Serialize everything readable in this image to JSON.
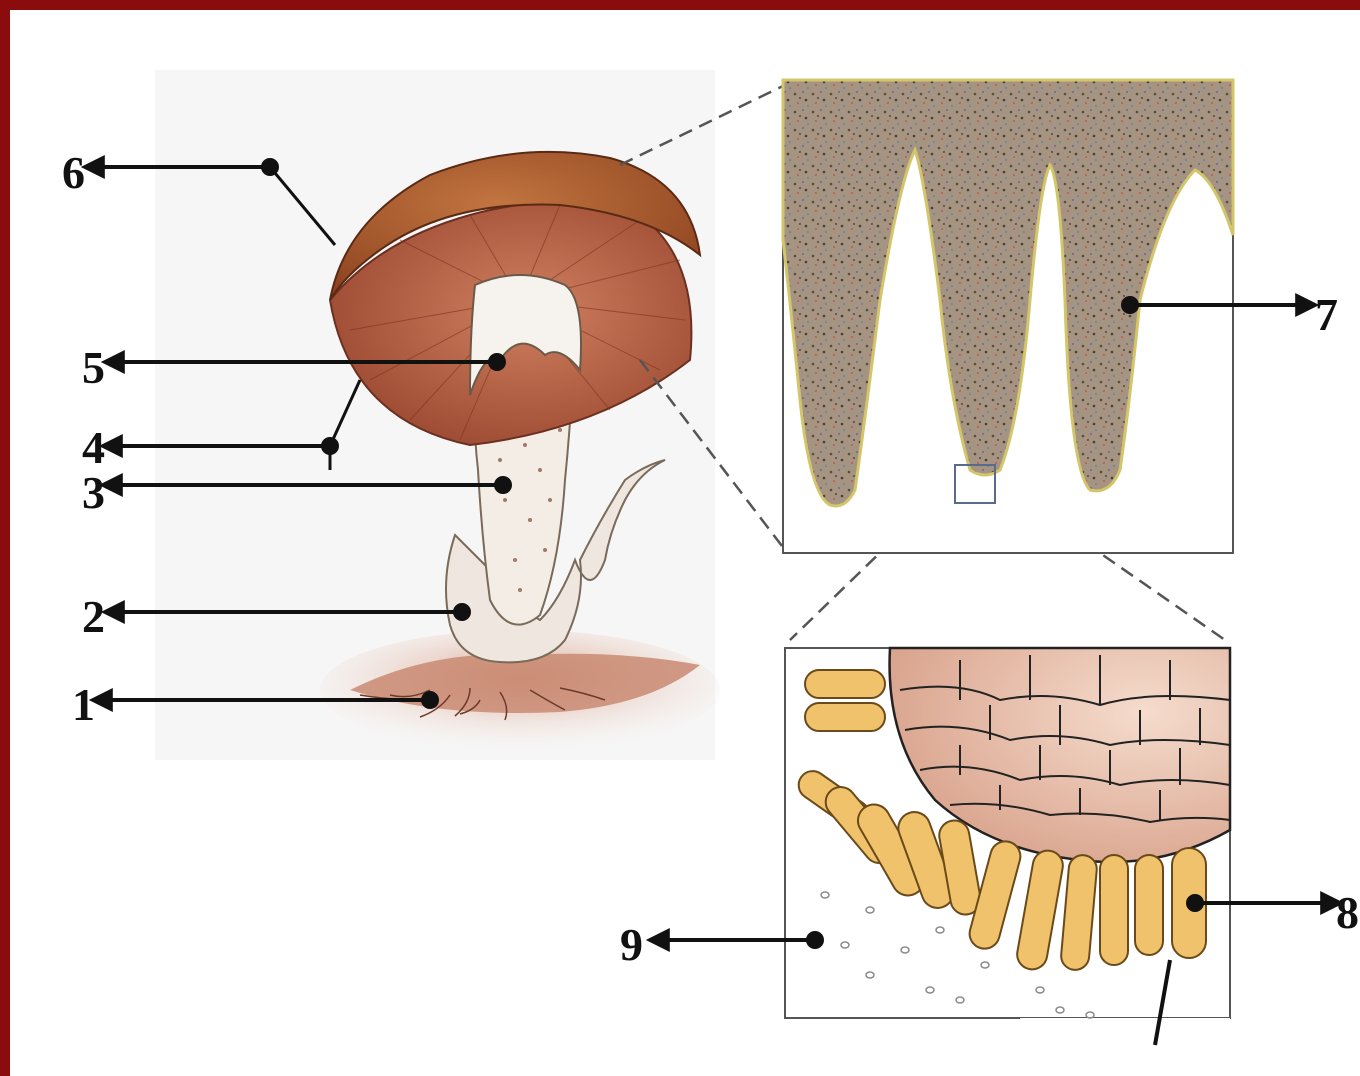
{
  "diagram": {
    "labels": {
      "l1": "1",
      "l2": "2",
      "l3": "3",
      "l4": "4",
      "l5": "5",
      "l6": "6",
      "l7": "7",
      "l8": "8",
      "l9": "9"
    },
    "colors": {
      "frame": "#8b0c0c",
      "cap": "#a8552a",
      "gills": "#b8664a",
      "stem": "#f3ece4",
      "soil": "#c98a72",
      "gill_tissue": "#9b8a78",
      "basidium": "#f0c26b",
      "spore_cell_tissue": "#f1cdb9"
    }
  }
}
